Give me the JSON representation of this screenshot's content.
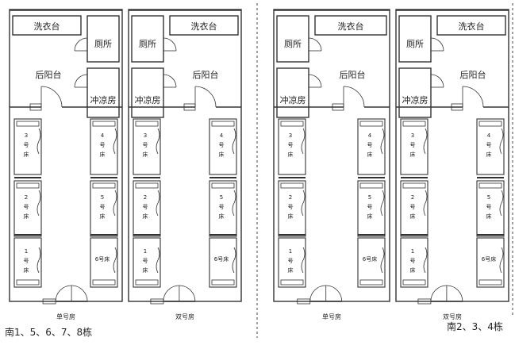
{
  "rooms": {
    "laundry": "洗衣台",
    "toilet": "厕所",
    "balcony": "后阳台",
    "shower": "冲凉房"
  },
  "beds": {
    "b1": [
      "1",
      "号",
      "床"
    ],
    "b2": [
      "2",
      "号",
      "床"
    ],
    "b3": [
      "3",
      "号",
      "床"
    ],
    "b4": [
      "4",
      "号",
      "床"
    ],
    "b5": [
      "5",
      "号",
      "床"
    ],
    "b6": "6号床"
  },
  "unit_labels": {
    "single": "单号房",
    "double": "双号房"
  },
  "building_groups": {
    "left": "南1、5、6、7、8栋",
    "right": "南2、3、4栋"
  }
}
